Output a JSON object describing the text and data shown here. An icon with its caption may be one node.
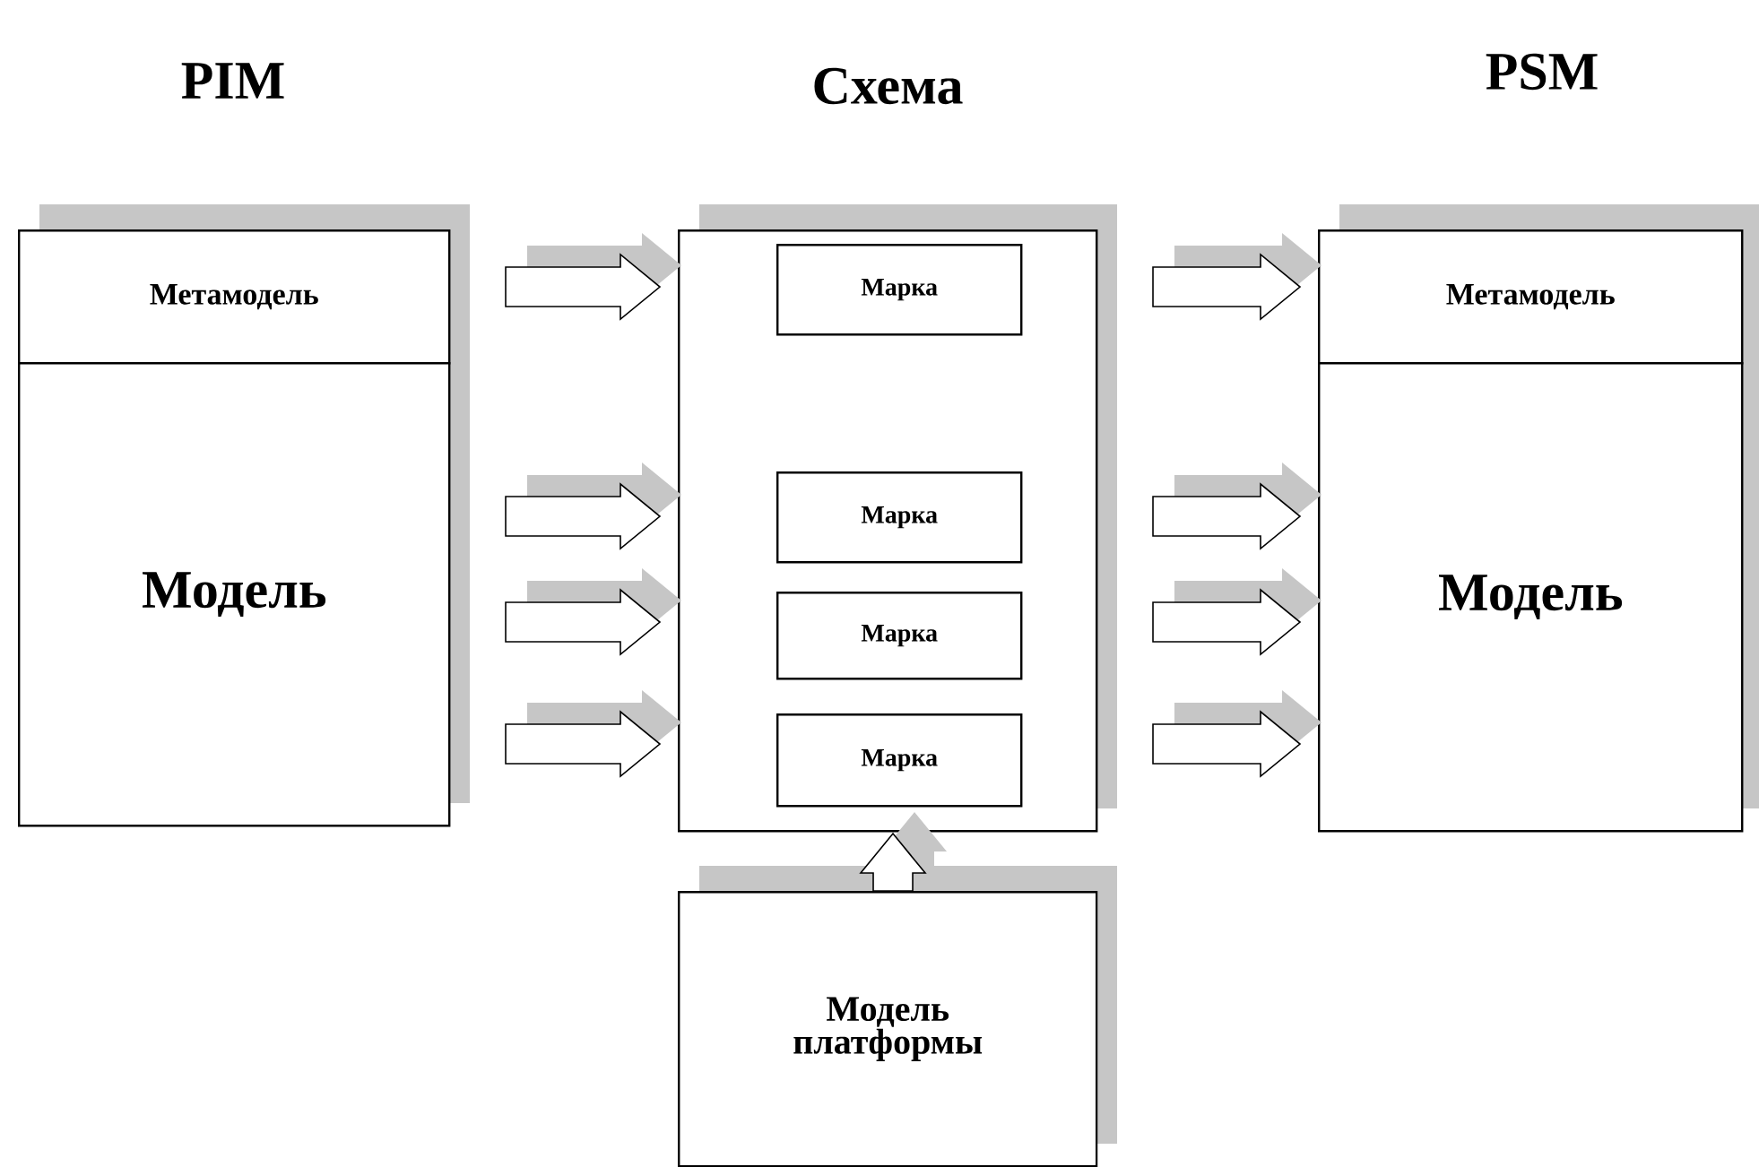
{
  "diagram": {
    "nodes": [
      {
        "text": [
          "Метамодель"
        ]
      },
      {
        "text": [
          "Модель"
        ]
      },
      {
        "text": [],
        "shape": "box"
      },
      {
        "text": [
          "Марка"
        ],
        "in": 2
      },
      {
        "text": [
          "Марка"
        ],
        "in": 2
      },
      {
        "text": [
          "Марка"
        ],
        "in": 2
      },
      {
        "text": [
          "Марка"
        ],
        "in": 2
      },
      {
        "text": [
          "Метамодель"
        ]
      },
      {
        "text": [
          "Модель"
        ]
      },
      {
        "text": [
          "Модель платформы"
        ]
      }
    ],
    "edges": [
      {
        "from": 0,
        "to": 2,
        "arrow": "to"
      },
      {
        "from": 1,
        "to": 2,
        "arrow": "to"
      },
      {
        "from": 1,
        "to": 2,
        "arrow": "to"
      },
      {
        "from": 1,
        "to": 2,
        "arrow": "to"
      },
      {
        "from": 2,
        "to": 7,
        "arrow": "to"
      },
      {
        "from": 2,
        "to": 8,
        "arrow": "to"
      },
      {
        "from": 2,
        "to": 8,
        "arrow": "to"
      },
      {
        "from": 2,
        "to": 8,
        "arrow": "to"
      },
      {
        "from": 9,
        "to": 2,
        "arrow": "to"
      }
    ],
    "labels": [
      "PIM",
      "Схема",
      "PSM"
    ]
  }
}
